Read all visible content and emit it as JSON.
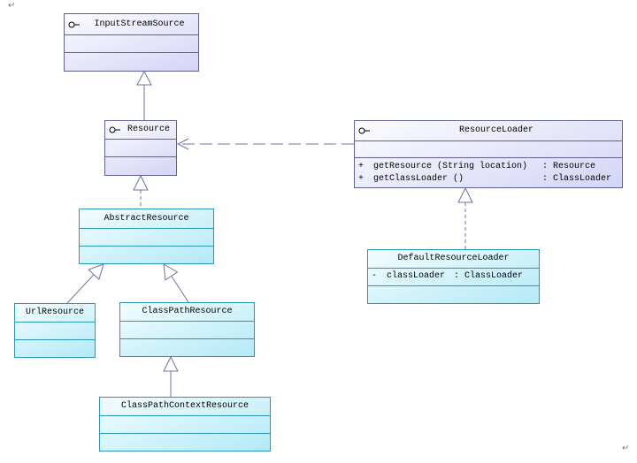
{
  "marks": {
    "top_left": "↵",
    "bottom_right": "↵"
  },
  "colors": {
    "interface_border": "#5f6299",
    "interface_fill_light": "#fcfcff",
    "interface_fill_dark": "#d4d4f7",
    "class_border": "#2b97bd",
    "class_fill_light": "#f3fdff",
    "class_fill_dark": "#b3e9f7",
    "connector": "#6c73a8",
    "paragraph_mark": "#7a7a7a"
  },
  "diagram": {
    "input_stream_source": {
      "icon": "interface-icon",
      "name": "InputStreamSource"
    },
    "resource": {
      "icon": "interface-icon",
      "name": "Resource"
    },
    "resource_loader": {
      "icon": "interface-icon",
      "name": "ResourceLoader",
      "operations": [
        {
          "visibility": "+",
          "signature": "getResource (String location)",
          "return_type": ": Resource"
        },
        {
          "visibility": "+",
          "signature": "getClassLoader ()",
          "return_type": ": ClassLoader"
        }
      ]
    },
    "abstract_resource": {
      "name": "AbstractResource"
    },
    "url_resource": {
      "name": "UrlResource"
    },
    "class_path_resource": {
      "name": "ClassPathResource"
    },
    "class_path_context_resource": {
      "name": "ClassPathContextResource"
    },
    "default_resource_loader": {
      "name": "DefaultResourceLoader",
      "attributes": [
        {
          "visibility": "-",
          "name": "classLoader",
          "return_type": ": ClassLoader"
        }
      ]
    }
  }
}
